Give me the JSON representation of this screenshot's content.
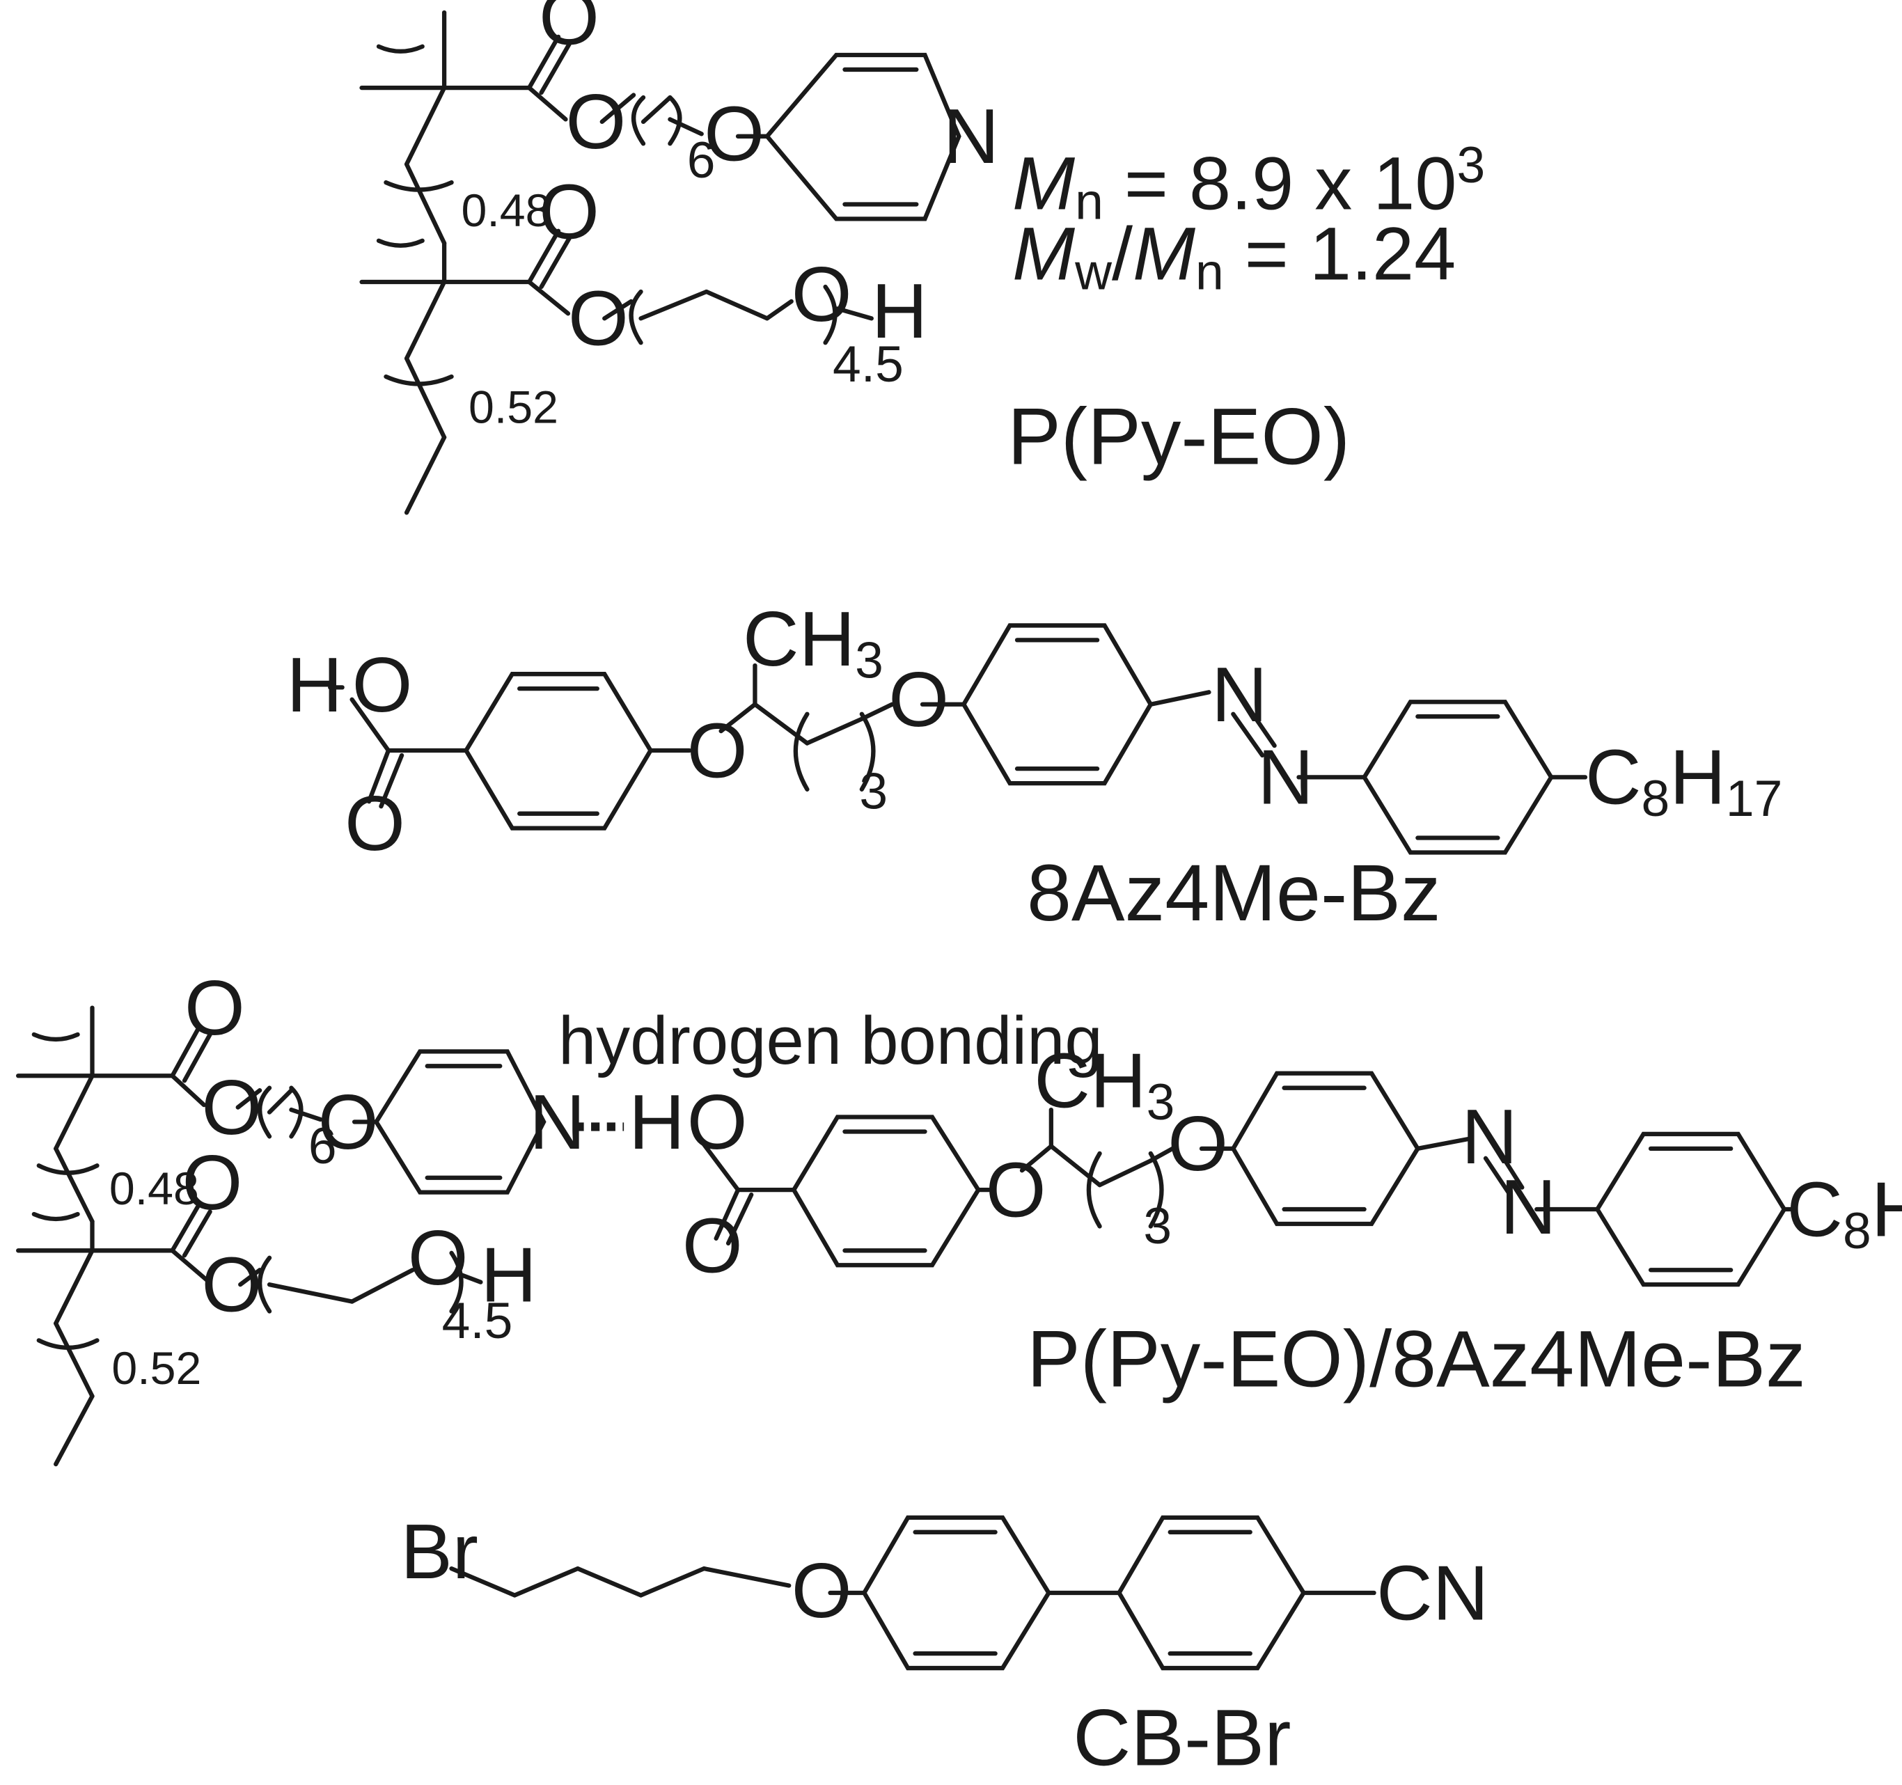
{
  "polymer": {
    "name": "P(Py-EO)",
    "frac_py": "0.48",
    "frac_eo": "0.52",
    "spacer_n": "6",
    "eo_n": "4.5",
    "mn_label": "M",
    "mn_sub": "n",
    "mn_value": " = 8.9 x 10",
    "mn_exp": "3",
    "pdi_m1": "M",
    "pdi_sub1": "w",
    "pdi_slash": "/",
    "pdi_m2": "M",
    "pdi_sub2": "n",
    "pdi_value": " = 1.24"
  },
  "mesogen": {
    "name": "8Az4Me-Bz",
    "spacer_n": "3",
    "methyl": "CH",
    "methyl_sub": "3",
    "tail_c": "C",
    "tail_c_sub": "8",
    "tail_h": "H",
    "tail_h_sub": "17"
  },
  "complex": {
    "name": "P(Py-EO)/8Az4Me-Bz",
    "interaction": "hydrogen bonding"
  },
  "crosslinker": {
    "name": "CB-Br"
  },
  "atoms": {
    "O": "O",
    "N": "N",
    "H": "H",
    "Br": "Br",
    "CN": "CN"
  }
}
